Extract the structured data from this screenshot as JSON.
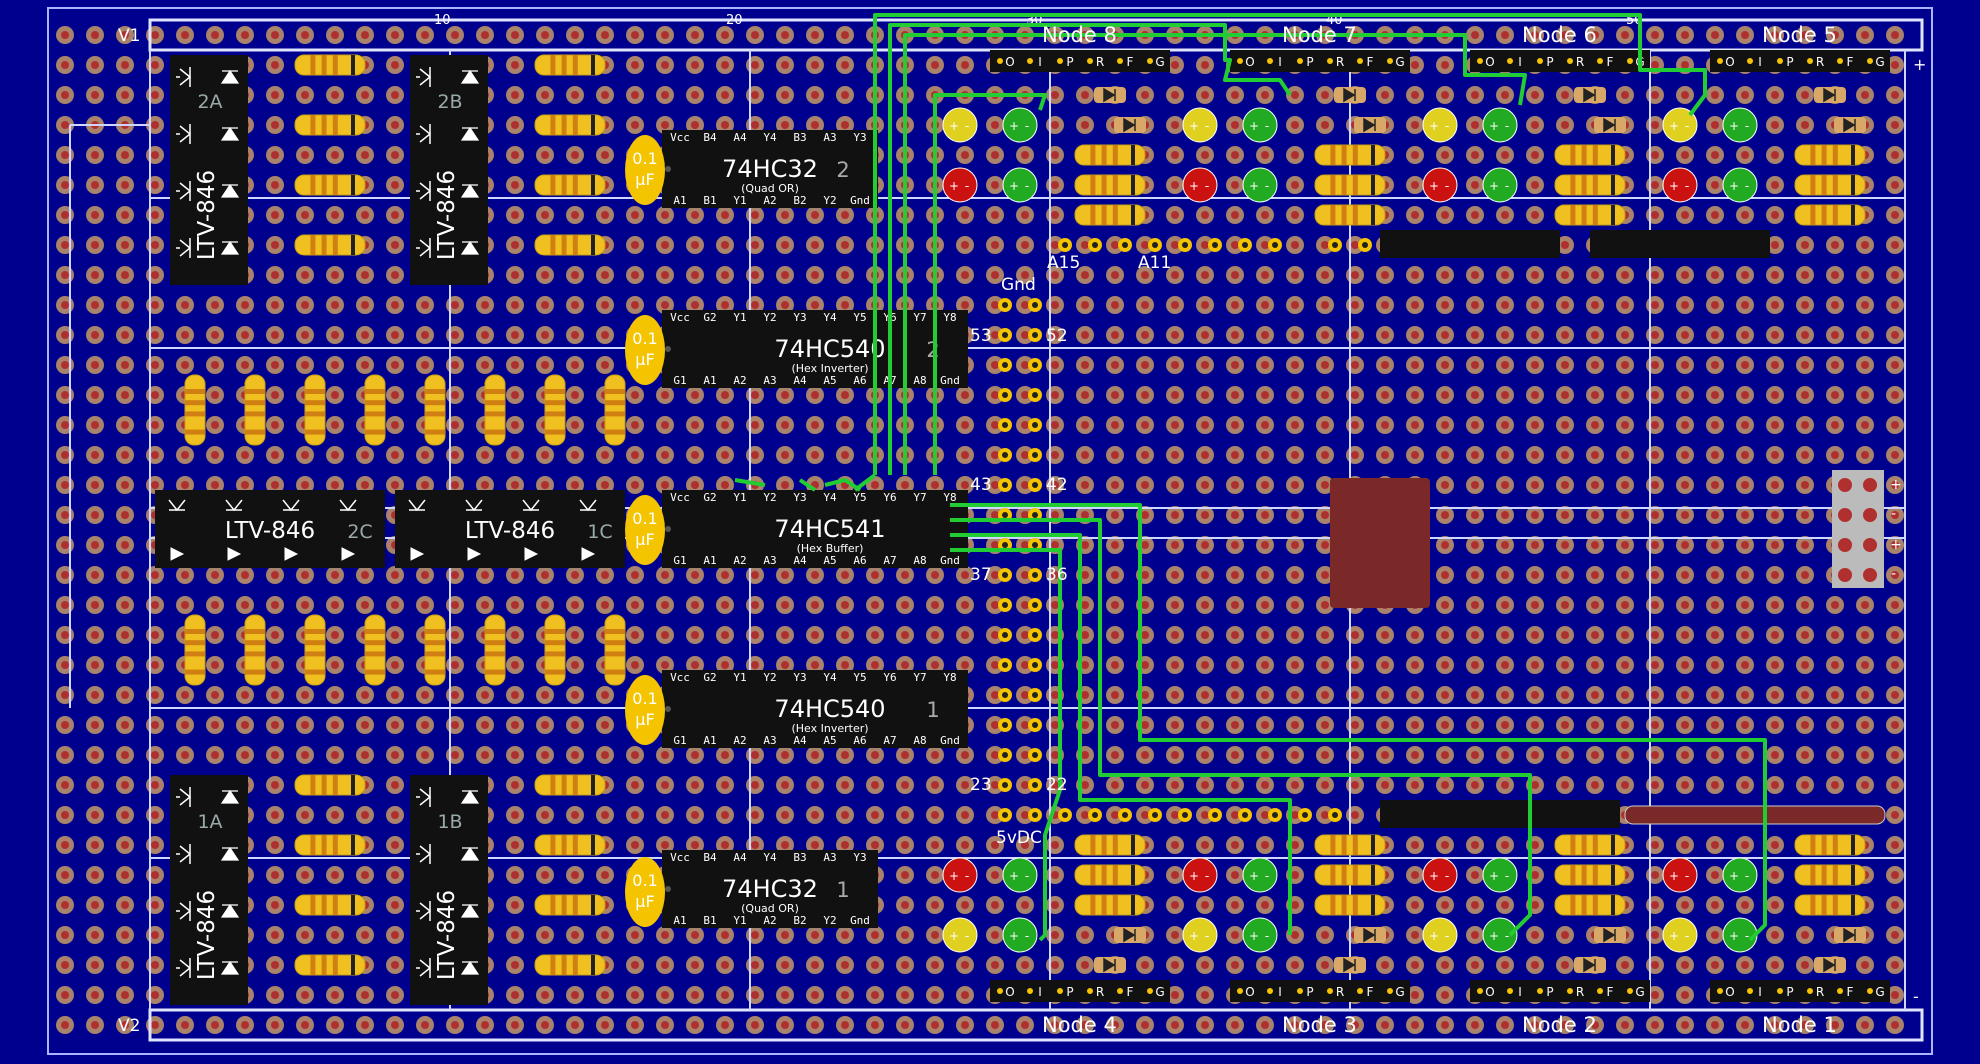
{
  "colors": {
    "background": "#00008f",
    "board": "#1e3aa8",
    "pad": "#a8826a",
    "hole": "#b03030",
    "wire": "#22cc33",
    "ic": "#111111",
    "resistor": "#f0c020",
    "capacitor": "#f5c400",
    "led_yellow": "#e0d020",
    "led_green": "#22aa22",
    "led_red": "#cc1111",
    "jumper_block": "#7a2828"
  },
  "rails": {
    "top": "V1",
    "bottom": "V2"
  },
  "column_marks": [
    "10",
    "20",
    "30",
    "40",
    "50"
  ],
  "nodes_top": [
    "Node 8",
    "Node 7",
    "Node 6",
    "Node 5"
  ],
  "nodes_bottom": [
    "Node 4",
    "Node 3",
    "Node 2",
    "Node 1"
  ],
  "node_header_pins": [
    "O",
    "I",
    "P",
    "R",
    "F",
    "G"
  ],
  "optos": [
    {
      "label": "LTV-846",
      "tag": "2A"
    },
    {
      "label": "LTV-846",
      "tag": "2B"
    },
    {
      "label": "LTV-846",
      "tag": "2C"
    },
    {
      "label": "LTV-846",
      "tag": "1C"
    },
    {
      "label": "LTV-846",
      "tag": "1A"
    },
    {
      "label": "LTV-846",
      "tag": "1B"
    }
  ],
  "chips": [
    {
      "name": "74HC32",
      "num": "2",
      "sub": "(Quad OR)",
      "top": [
        "Vcc",
        "B4",
        "A4",
        "Y4",
        "B3",
        "A3",
        "Y3"
      ],
      "bottom": [
        "A1",
        "B1",
        "Y1",
        "A2",
        "B2",
        "Y2",
        "Gnd"
      ]
    },
    {
      "name": "74HC540",
      "num": "2",
      "sub": "(Hex Inverter)",
      "top": [
        "Vcc",
        "G2",
        "Y1",
        "Y2",
        "Y3",
        "Y4",
        "Y5",
        "Y6",
        "Y7",
        "Y8"
      ],
      "bottom": [
        "G1",
        "A1",
        "A2",
        "A3",
        "A4",
        "A5",
        "A6",
        "A7",
        "A8",
        "Gnd"
      ]
    },
    {
      "name": "74HC541",
      "num": "",
      "sub": "(Hex Buffer)",
      "top": [
        "Vcc",
        "G2",
        "Y1",
        "Y2",
        "Y3",
        "Y4",
        "Y5",
        "Y6",
        "Y7",
        "Y8"
      ],
      "bottom": [
        "G1",
        "A1",
        "A2",
        "A3",
        "A4",
        "A5",
        "A6",
        "A7",
        "A8",
        "Gnd"
      ]
    },
    {
      "name": "74HC540",
      "num": "1",
      "sub": "(Hex Inverter)",
      "top": [
        "Vcc",
        "G2",
        "Y1",
        "Y2",
        "Y3",
        "Y4",
        "Y5",
        "Y6",
        "Y7",
        "Y8"
      ],
      "bottom": [
        "G1",
        "A1",
        "A2",
        "A3",
        "A4",
        "A5",
        "A6",
        "A7",
        "A8",
        "Gnd"
      ]
    },
    {
      "name": "74HC32",
      "num": "1",
      "sub": "(Quad OR)",
      "top": [
        "Vcc",
        "B4",
        "A4",
        "Y4",
        "B3",
        "A3",
        "Y3"
      ],
      "bottom": [
        "A1",
        "B1",
        "Y1",
        "A2",
        "B2",
        "Y2",
        "Gnd"
      ]
    }
  ],
  "capacitor": {
    "value": "0.1",
    "unit": "µF"
  },
  "arduino_labels": {
    "a15": "A15",
    "a11": "A11",
    "gnd": "Gnd",
    "p53": "53",
    "p52": "52",
    "p43": "43",
    "p42": "42",
    "p37": "37",
    "p36": "36",
    "p23": "23",
    "p22": "22",
    "vdc": "5vDC"
  },
  "power_connector": [
    "+",
    "-",
    "+",
    "-"
  ],
  "edge_marks": {
    "plus": "+",
    "minus": "-"
  }
}
